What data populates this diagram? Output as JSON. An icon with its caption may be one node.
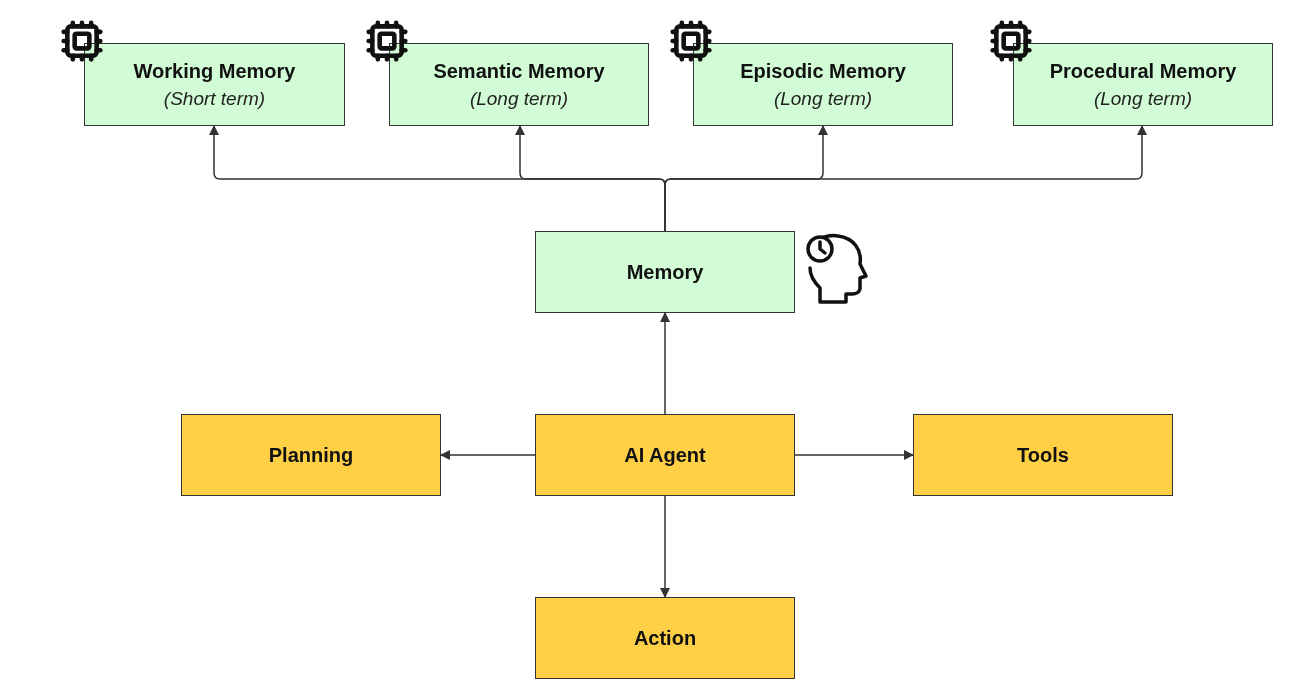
{
  "diagram": {
    "nodes": [
      {
        "text": [
          "Working Memory",
          "(Short term)"
        ]
      },
      {
        "text": [
          "Semantic Memory",
          "(Long term)"
        ]
      },
      {
        "text": [
          "Episodic Memory",
          "(Long term)"
        ]
      },
      {
        "text": [
          "Procedural Memory",
          "(Long term)"
        ]
      },
      {
        "text": [
          "Memory"
        ]
      },
      {
        "text": [
          "Planning"
        ]
      },
      {
        "text": [
          "AI Agent"
        ]
      },
      {
        "text": [
          "Tools"
        ]
      },
      {
        "text": [
          "Action"
        ]
      }
    ],
    "edges": [
      {
        "from": 4,
        "to": 0,
        "arrow": "to"
      },
      {
        "from": 4,
        "to": 1,
        "arrow": "to"
      },
      {
        "from": 4,
        "to": 2,
        "arrow": "to"
      },
      {
        "from": 4,
        "to": 3,
        "arrow": "to"
      },
      {
        "from": 6,
        "to": 4,
        "arrow": "to"
      },
      {
        "from": 6,
        "to": 5,
        "arrow": "to"
      },
      {
        "from": 6,
        "to": 7,
        "arrow": "to"
      },
      {
        "from": 6,
        "to": 8,
        "arrow": "to"
      }
    ]
  }
}
